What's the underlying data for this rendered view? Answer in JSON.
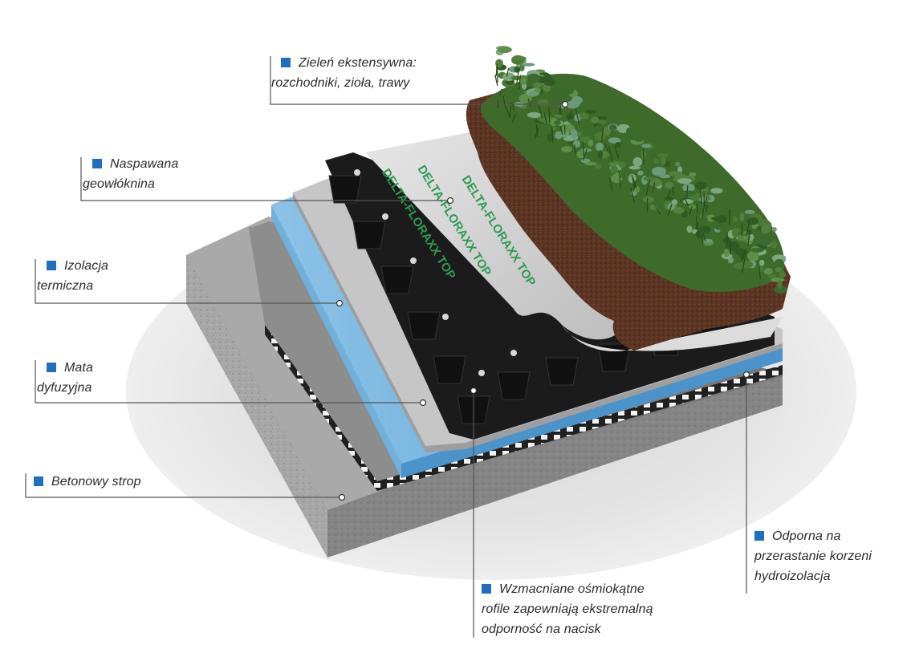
{
  "brand": {
    "membrane_text": "DELTA-FLORAXX TOP",
    "accent_color": "#1f6fc1",
    "leader_color": "#555555"
  },
  "labels": [
    {
      "id": "green",
      "lines": [
        "Zieleń ekstensywna:",
        "rozchodniki, zioła, trawy"
      ]
    },
    {
      "id": "geotextile",
      "lines": [
        "Naspawana",
        "geowłóknina"
      ]
    },
    {
      "id": "insulation",
      "lines": [
        "Izolacja",
        "termiczna"
      ]
    },
    {
      "id": "mat",
      "lines": [
        "Mata",
        "dyfuzyjna"
      ]
    },
    {
      "id": "concrete",
      "lines": [
        "Betonowy strop"
      ]
    },
    {
      "id": "profiles",
      "lines": [
        "Wzmacniane ośmiokątne",
        "rofile zapewniają ekstremalną",
        "odporność na nacisk"
      ]
    },
    {
      "id": "waterproofing",
      "lines": [
        "Odporna na",
        "przerastanie korzeni",
        "hydroizolacja"
      ]
    }
  ]
}
